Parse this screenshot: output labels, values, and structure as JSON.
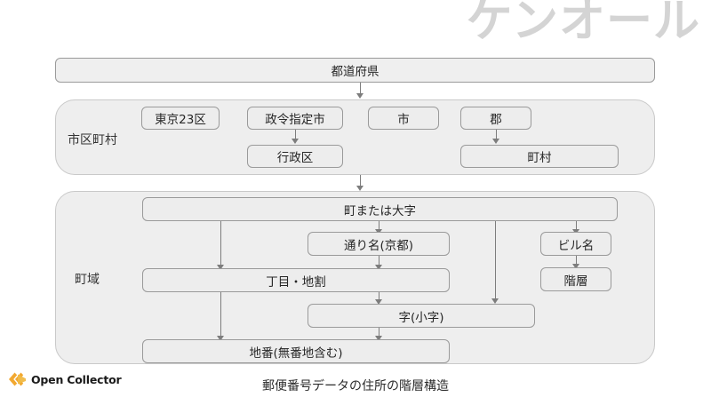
{
  "watermark": {
    "text": "ケンオール"
  },
  "caption": {
    "text": "郵便番号データの住所の階層構造"
  },
  "footer": {
    "logo_icon": "open-collector-chevron-icon",
    "logo_text": "Open Collector",
    "logo_color": "#f2a830"
  },
  "colors": {
    "group_fill": "#eeeeee",
    "group_border": "#c9c9c9",
    "node_fill": "#ededed",
    "node_border": "#9a9a9a",
    "connector": "#7d7d7d",
    "watermark": "#d4d4d4",
    "text": "#262626"
  },
  "diagram": {
    "type": "hierarchy-flow",
    "levels": [
      {
        "id": "prefecture",
        "label": null,
        "nodes": [
          {
            "id": "todofuken",
            "label": "都道府県"
          }
        ]
      },
      {
        "id": "municipality",
        "label": "市区町村",
        "nodes": [
          {
            "id": "tokyo23",
            "label": "東京23区"
          },
          {
            "id": "seirei",
            "label": "政令指定市"
          },
          {
            "id": "shi",
            "label": "市"
          },
          {
            "id": "gun",
            "label": "郡"
          },
          {
            "id": "gyoseiku",
            "label": "行政区"
          },
          {
            "id": "choson",
            "label": "町村"
          }
        ]
      },
      {
        "id": "town-area",
        "label": "町域",
        "nodes": [
          {
            "id": "machi-oaza",
            "label": "町または大字"
          },
          {
            "id": "toorina",
            "label": "通り名(京都)"
          },
          {
            "id": "chome-jiwari",
            "label": "丁目・地割"
          },
          {
            "id": "aza-koaza",
            "label": "字(小字)"
          },
          {
            "id": "chiban",
            "label": "地番(無番地含む)"
          },
          {
            "id": "biruna",
            "label": "ビル名"
          },
          {
            "id": "kaiso",
            "label": "階層"
          }
        ]
      }
    ],
    "edges": [
      {
        "from": "todofuken",
        "to": "municipality"
      },
      {
        "from": "seirei",
        "to": "gyoseiku"
      },
      {
        "from": "gun",
        "to": "choson"
      },
      {
        "from": "municipality",
        "to": "town-area"
      },
      {
        "from": "machi-oaza",
        "to": "toorina"
      },
      {
        "from": "machi-oaza",
        "to": "chome-jiwari"
      },
      {
        "from": "machi-oaza",
        "to": "aza-koaza"
      },
      {
        "from": "machi-oaza",
        "to": "biruna"
      },
      {
        "from": "toorina",
        "to": "chome-jiwari"
      },
      {
        "from": "chome-jiwari",
        "to": "aza-koaza"
      },
      {
        "from": "chome-jiwari",
        "to": "chiban"
      },
      {
        "from": "aza-koaza",
        "to": "chiban"
      },
      {
        "from": "biruna",
        "to": "kaiso"
      }
    ]
  }
}
